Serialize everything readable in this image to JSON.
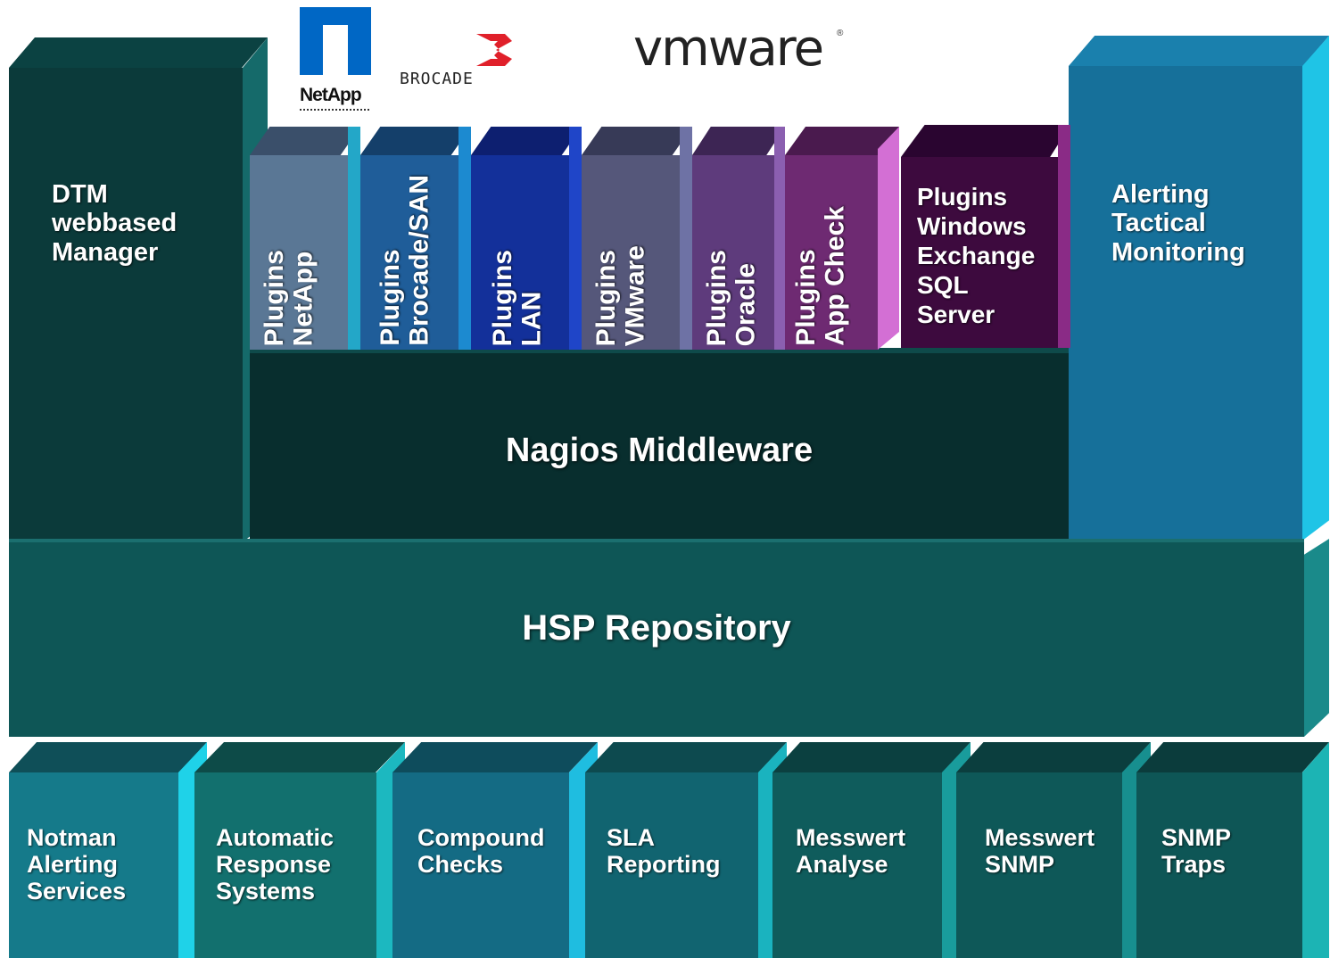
{
  "logos": {
    "netapp": "NetApp",
    "brocade": "BROCADE",
    "vmware": "vmware"
  },
  "left_block": {
    "label": "DTM\nwebbased\nManager"
  },
  "right_block": {
    "label": "Alerting\nTactical\nMonitoring"
  },
  "plugins": [
    {
      "label": "Plugins\nNetApp",
      "color": "#5a7795"
    },
    {
      "label": "Plugins\nBrocade/SAN",
      "color": "#1f5d99"
    },
    {
      "label": "Plugins\nLAN",
      "color": "#13309a"
    },
    {
      "label": "Plugins\nVMware",
      "color": "#55577a"
    },
    {
      "label": "Plugins\nOracle",
      "color": "#5e3b7c"
    },
    {
      "label": "Plugins\nApp Check",
      "color": "#6e2a72"
    }
  ],
  "plugin_windows": {
    "label": "Plugins\nWindows\nExchange\nSQL\nServer",
    "color": "#3d0a3e"
  },
  "middleware": {
    "label": "Nagios Middleware"
  },
  "repository": {
    "label": "HSP Repository"
  },
  "services": [
    {
      "label": "Notman\nAlerting\nServices"
    },
    {
      "label": "Automatic\nResponse\nSystems"
    },
    {
      "label": "Compound\nChecks"
    },
    {
      "label": "SLA\nReporting"
    },
    {
      "label": "Messwert\nAnalyse"
    },
    {
      "label": "Messwert\nSNMP"
    },
    {
      "label": "SNMP\nTraps"
    }
  ],
  "colors": {
    "dark_teal": "#0b3a3a",
    "repo_teal": "#0e5656",
    "right_blue": "#16709a",
    "cyan_edge": "#1fc4e6"
  }
}
